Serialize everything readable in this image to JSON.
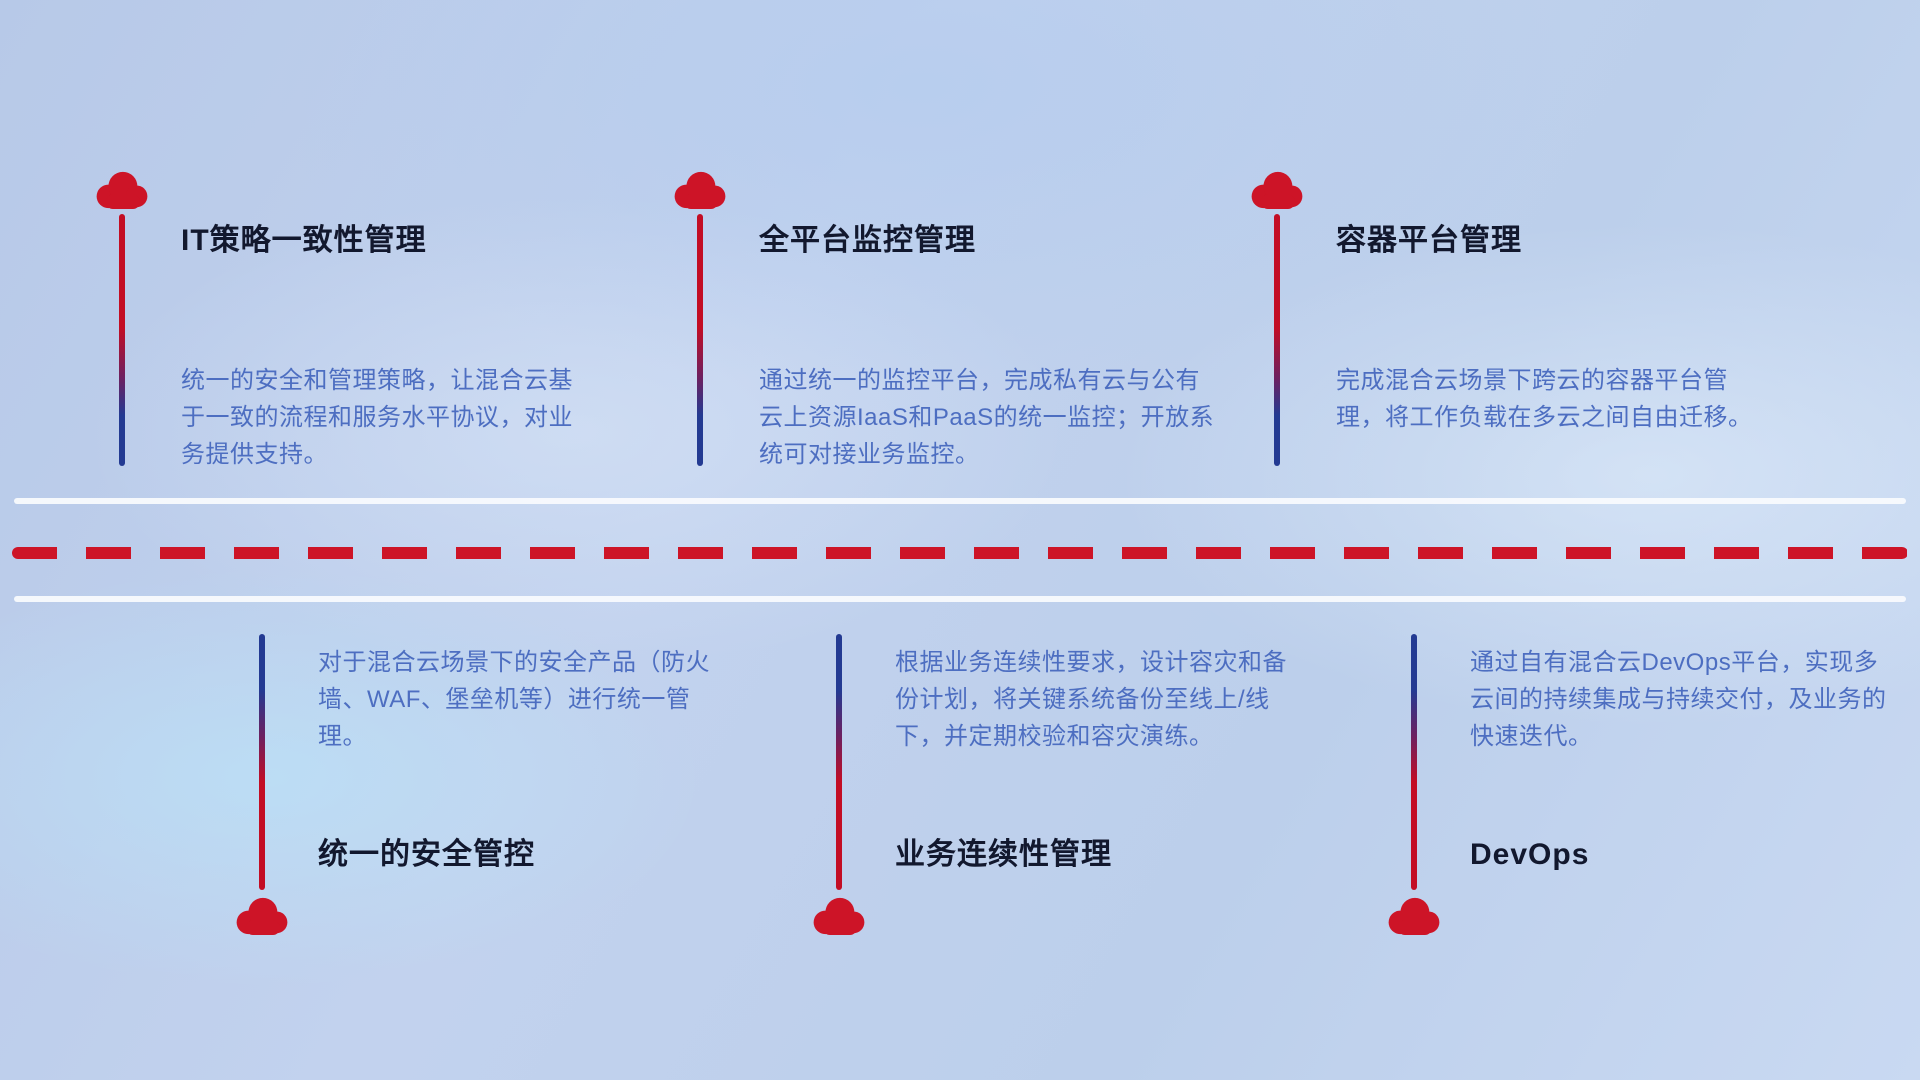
{
  "colors": {
    "accent_red": "#cd1427",
    "stem_blue": "#233a92",
    "title_text": "#12182e",
    "description_text": "#4d6ec1",
    "background_base": "#c2d2ee",
    "timeline_solid": "#f8fafd"
  },
  "top_items": [
    {
      "title": "IT策略一致性管理",
      "description": "统一的安全和管理策略，让混合云基于一致的流程和服务水平协议，对业务提供支持。"
    },
    {
      "title": "全平台监控管理",
      "description": "通过统一的监控平台，完成私有云与公有云上资源IaaS和PaaS的统一监控；开放系统可对接业务监控。"
    },
    {
      "title": "容器平台管理",
      "description": "完成混合云场景下跨云的容器平台管理，将工作负载在多云之间自由迁移。"
    }
  ],
  "bottom_items": [
    {
      "title": "统一的安全管控",
      "description": "对于混合云场景下的安全产品（防火墙、WAF、堡垒机等）进行统一管理。"
    },
    {
      "title": "业务连续性管理",
      "description": "根据业务连续性要求，设计容灾和备份计划，将关键系统备份至线上/线下，并定期校验和容灾演练。"
    },
    {
      "title": "DevOps",
      "description": "通过自有混合云DevOps平台，实现多云间的持续集成与持续交付，及业务的快速迭代。"
    }
  ]
}
